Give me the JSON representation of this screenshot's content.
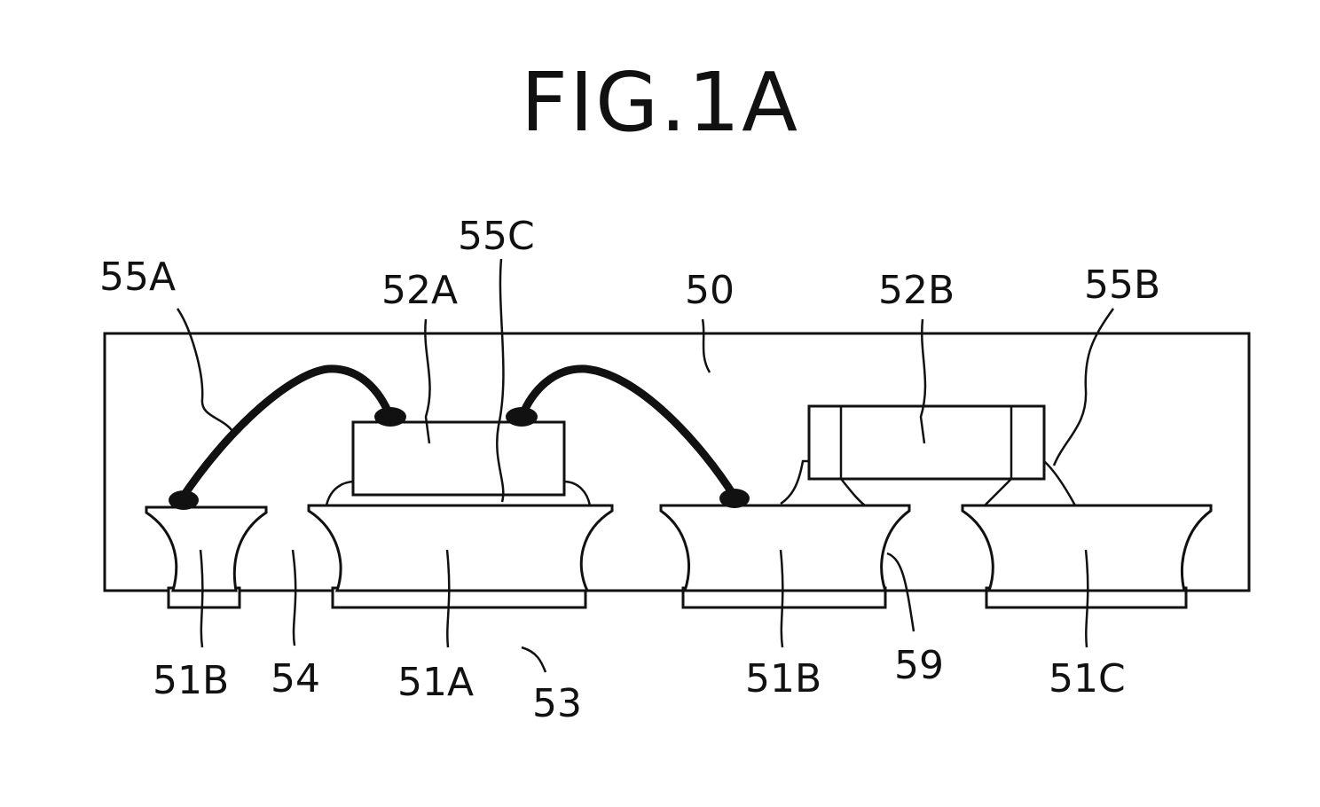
{
  "figure": {
    "title": "FIG.1A",
    "labels": {
      "l50": "50",
      "l51A": "51A",
      "l51B_left": "51B",
      "l51B_right": "51B",
      "l51C": "51C",
      "l52A": "52A",
      "l52B": "52B",
      "l53": "53",
      "l54": "54",
      "l55A": "55A",
      "l55B": "55B",
      "l55C": "55C",
      "l59": "59"
    }
  }
}
